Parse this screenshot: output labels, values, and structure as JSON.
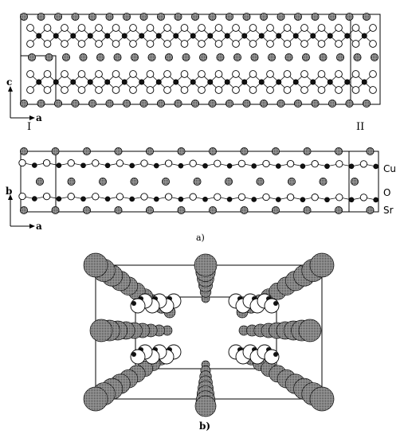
{
  "panel_a": {
    "caption": "a)",
    "top_view": {
      "axis_vertical": "c",
      "axis_horizontal": "a",
      "marker_left": "I",
      "marker_right": "II"
    },
    "bottom_view": {
      "axis_vertical": "b",
      "axis_horizontal": "a",
      "legend": [
        "Cu",
        "O",
        "Sr"
      ]
    }
  },
  "panel_b": {
    "caption": "b)"
  },
  "colors": {
    "sr": "#7a7a7a",
    "cu": "#111111",
    "o": "#ffffff",
    "line": "#000000"
  }
}
